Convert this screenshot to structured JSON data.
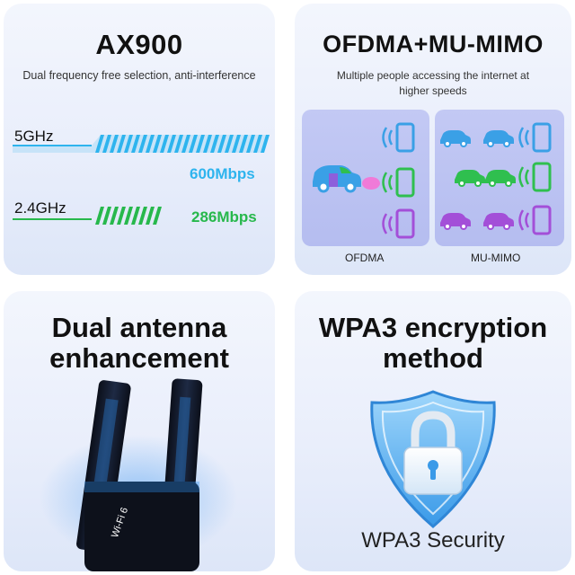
{
  "cards": {
    "ax900": {
      "title": "AX900",
      "subtitle": "Dual frequency free selection, anti-interference",
      "band_5g": {
        "label": "5GHz",
        "speed": "600Mbps",
        "color": "#2eb4ee"
      },
      "band_24g": {
        "label": "2.4GHz",
        "speed": "286Mbps",
        "color": "#27b84c"
      }
    },
    "ofdma": {
      "title": "OFDMA+MU-MIMO",
      "subtitle_line1": "Multiple people accessing the internet at",
      "subtitle_line2": "higher speeds",
      "left_panel_label": "OFDMA",
      "right_panel_label": "MU-MIMO",
      "colors": {
        "blue": "#3aa0e6",
        "green": "#2fbf4f",
        "purple": "#a34fd8",
        "pink": "#f07ad8"
      }
    },
    "antenna": {
      "title_line1": "Dual antenna",
      "title_line2": "enhancement",
      "device_brand": "Wi-Fi 6",
      "glow_color": "#2f8ff0"
    },
    "wpa3": {
      "title_line1": "WPA3 encryption",
      "title_line2": "method",
      "label": "WPA3 Security",
      "shield_color": "#5bb6f5"
    }
  }
}
